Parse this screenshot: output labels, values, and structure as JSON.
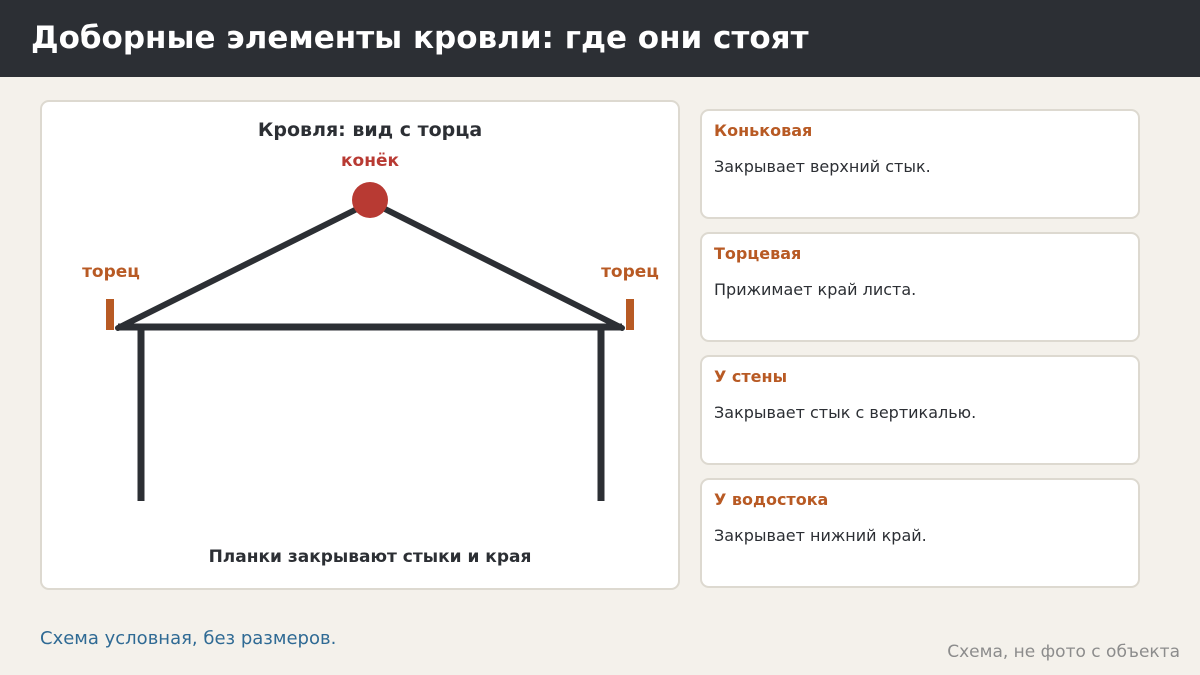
{
  "header": {
    "title": "Доборные элементы кровли: где они стоят"
  },
  "diagram": {
    "title": "Кровля: вид с торца",
    "ridge_label": "конёк",
    "left_edge_label": "торец",
    "right_edge_label": "торец",
    "caption": "Планки закрывают стыки и края"
  },
  "cards": [
    {
      "title": "Коньковая",
      "text": "Закрывает верхний стык."
    },
    {
      "title": "Торцевая",
      "text": "Прижимает край листа."
    },
    {
      "title": "У стены",
      "text": "Закрывает стык с вертикалью."
    },
    {
      "title": "У водостока",
      "text": "Закрывает нижний край."
    }
  ],
  "footer": {
    "note": "Схема условная, без размеров.",
    "watermark": "Схема, не фото с объекта"
  },
  "colors": {
    "header_bg": "#2c2f34",
    "accent": "#b85a24",
    "ridge": "#b83a33",
    "structure": "#2c2f34",
    "note": "#2f6a94"
  }
}
